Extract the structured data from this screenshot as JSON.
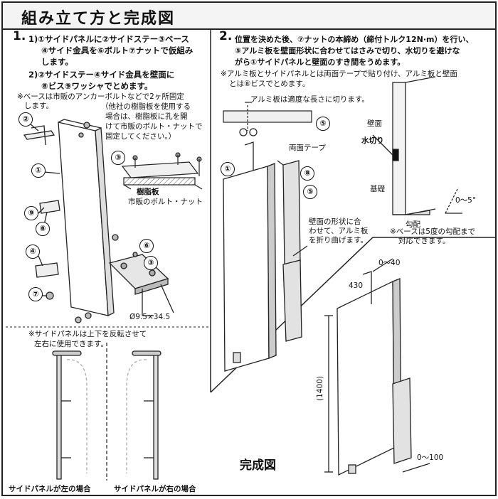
{
  "title": "組み立て方と完成図",
  "step1": {
    "num": "1.",
    "l1": "1)①サイドパネルに②サイドステー③ベース",
    "l2": "④サイド金具を⑥ボルト⑦ナットで仮組み",
    "l3": "します。",
    "l4": "2)②サイドステー④サイド金具を壁面に",
    "l5": "⑧ビス⑨ワッシャでとめます。",
    "note1": "※ベースは市販のアンカーボルトなどで2ヶ所固定",
    "note1b": "します。",
    "note2a": "（他社の樹脂板を使用する",
    "note2b": "場合は、樹脂板に孔を開",
    "note2c": "けて市販のボルト・ナットで",
    "note2d": "固定してください。）",
    "resin": "樹脂板",
    "bolt_nut": "市販のボルト・ナット",
    "dim": "Ø9.5×34.5",
    "flip1": "※サイドパネルは上下を反転させて",
    "flip2": "左右に使用できます。",
    "left_case": "サイドパネルが左の場合",
    "right_case": "サイドパネルが右の場合"
  },
  "step2": {
    "num": "2.",
    "l1": "位置を決めた後、⑦ナットの本締め（締付トルク12N·m）を行い、",
    "l2": "⑤アルミ板を壁面形状に合わせてはさみで切り、水切りを避けな",
    "l3": "がら①サイドパネルと壁面のすき間をうめます。",
    "n1": "※アルミ板とサイドパネルとは両面テープで貼り付け、アルミ板と壁面",
    "n2": "とは⑧ビスでとめます。",
    "cut": "アルミ板は適度な長さに切ります。",
    "tape": "両面テープ",
    "fold1": "壁面の形状に合",
    "fold2": "わせて、アルミ板",
    "fold3": "を折り曲げます。",
    "wall": "壁面",
    "drain": "水切り",
    "base": "基礎",
    "slope": "勾配",
    "angle": "0〜5°",
    "basenote1": "※ベースは5度の勾配まで",
    "basenote2": "対応できます。"
  },
  "final": {
    "title": "完成図",
    "d1": "0〜40",
    "d2": "430",
    "d3": "(1400)",
    "d4": "0〜100"
  },
  "numbers": [
    "①",
    "②",
    "③",
    "④",
    "⑤",
    "⑥",
    "⑦",
    "⑧",
    "⑨"
  ]
}
